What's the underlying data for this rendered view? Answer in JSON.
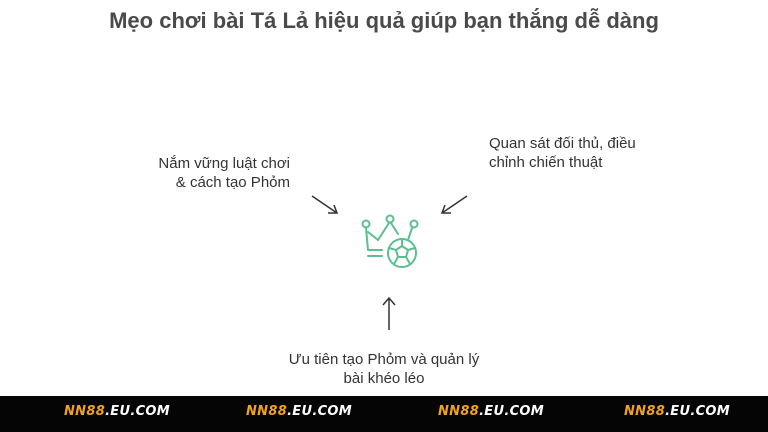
{
  "title": "Mẹo chơi bài Tá Lả hiệu quả giúp bạn thắng dễ dàng",
  "notes": {
    "left": "Nắm vững luật chơi & cách tạo Phỏm",
    "right": "Quan sát đối thủ, điều chỉnh chiến thuật",
    "bottom": "Ưu tiên tạo Phỏm và quản lý bài khéo léo"
  },
  "icon": "crown-and-ball-icon",
  "footer": {
    "brand_prefix": "NN88",
    "brand_suffix": ".EU.COM",
    "repeat_count": 4
  },
  "colors": {
    "icon": "#5cbf8f",
    "footer_bg": "#050505",
    "brand_accent": "#f0a321",
    "text": "#333333"
  }
}
